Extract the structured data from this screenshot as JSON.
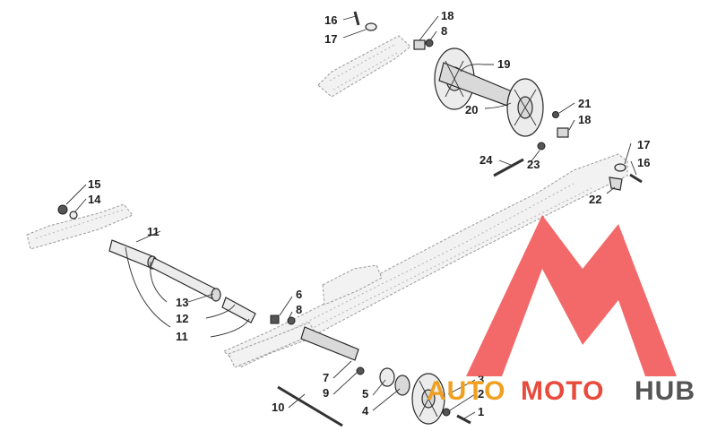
{
  "callouts": {
    "c1": "1",
    "c2": "2",
    "c3": "3",
    "c4": "4",
    "c5": "5",
    "c6": "6",
    "c7": "7",
    "c8a": "8",
    "c8b": "8",
    "c9": "9",
    "c10": "10",
    "c11a": "11",
    "c11b": "11",
    "c12": "12",
    "c13": "13",
    "c14": "14",
    "c15": "15",
    "c16a": "16",
    "c16b": "16",
    "c17a": "17",
    "c17b": "17",
    "c18a": "18",
    "c18b": "18",
    "c19": "19",
    "c20": "20",
    "c21": "21",
    "c22": "22",
    "c23": "23",
    "c24": "24"
  },
  "watermark": {
    "text_auto": "AUTO",
    "text_moto": "MOTO",
    "text_hub": "HUB",
    "colors": {
      "triangle": "#f25050",
      "auto": "#f0a020",
      "moto": "#e84a3c",
      "hub": "#555555"
    }
  }
}
